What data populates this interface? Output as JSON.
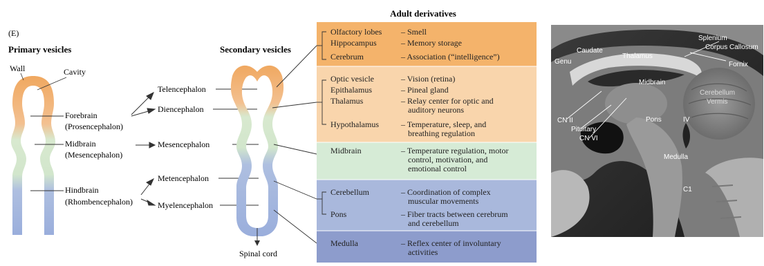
{
  "panel_label": "(E)",
  "primary": {
    "title": "Primary vesicles",
    "wall": "Wall",
    "cavity": "Cavity",
    "forebrain": "Forebrain",
    "forebrain_alt": "(Prosencephalon)",
    "midbrain": "Midbrain",
    "midbrain_alt": "(Mesencephalon)",
    "hindbrain": "Hindbrain",
    "hindbrain_alt": "(Rhombencephalon)"
  },
  "secondary": {
    "title": "Secondary vesicles",
    "telencephalon": "Telencephalon",
    "diencephalon": "Diencephalon",
    "mesencephalon": "Mesencephalon",
    "metencephalon": "Metencephalon",
    "myelencephalon": "Myelencephalon",
    "spinal_cord": "Spinal cord"
  },
  "adult": {
    "title": "Adult derivatives",
    "rows": [
      {
        "structure": "Olfactory lobes",
        "function": [
          "– Smell"
        ]
      },
      {
        "structure": "Hippocampus",
        "function": [
          "– Memory storage"
        ]
      },
      {
        "structure": "Cerebrum",
        "function": [
          "– Association (“intelligence”)"
        ]
      },
      {
        "structure": "Optic vesicle",
        "function": [
          "– Vision (retina)"
        ]
      },
      {
        "structure": "Epithalamus",
        "function": [
          "– Pineal gland"
        ]
      },
      {
        "structure": "Thalamus",
        "function": [
          "– Relay center for optic and",
          "auditory neurons"
        ]
      },
      {
        "structure": "Hypothalamus",
        "function": [
          "– Temperature, sleep, and",
          "breathing regulation"
        ]
      },
      {
        "structure": "Midbrain",
        "function": [
          "– Temperature regulation, motor",
          "control, motivation, and",
          "emotional control"
        ]
      },
      {
        "structure": "Cerebellum",
        "function": [
          "– Coordination of complex",
          "muscular movements"
        ]
      },
      {
        "structure": "Pons",
        "function": [
          "– Fiber tracts between cerebrum",
          "and cerebellum"
        ]
      },
      {
        "structure": "Medulla",
        "function": [
          "– Reflex center of involuntary",
          "activities"
        ]
      }
    ]
  },
  "mri": {
    "splenium": "Splenium",
    "corpus_callosum": "Corpus Callosum",
    "caudate": "Caudate",
    "thalamus": "Thalamus",
    "fornix": "Fornix",
    "genu": "Genu",
    "midbrain": "Midbrain",
    "cerebellum": "Cerebellum",
    "vermis": "Vermis",
    "cn_ii": "CN II",
    "pituitary": "Pituitary",
    "cn_vi": "CN VI",
    "pons": "Pons",
    "iv": "IV",
    "medulla": "Medulla",
    "c1": "C1"
  },
  "colors": {
    "orange": "#f4b36b",
    "orange_light": "#f9d5ac",
    "green": "#d6ebd6",
    "blue": "#a9b8dc",
    "blue_dark": "#8d9ccc",
    "tube_orange": "#f0a860",
    "tube_green": "#cfe5c8",
    "tube_blue": "#9aaedc"
  }
}
